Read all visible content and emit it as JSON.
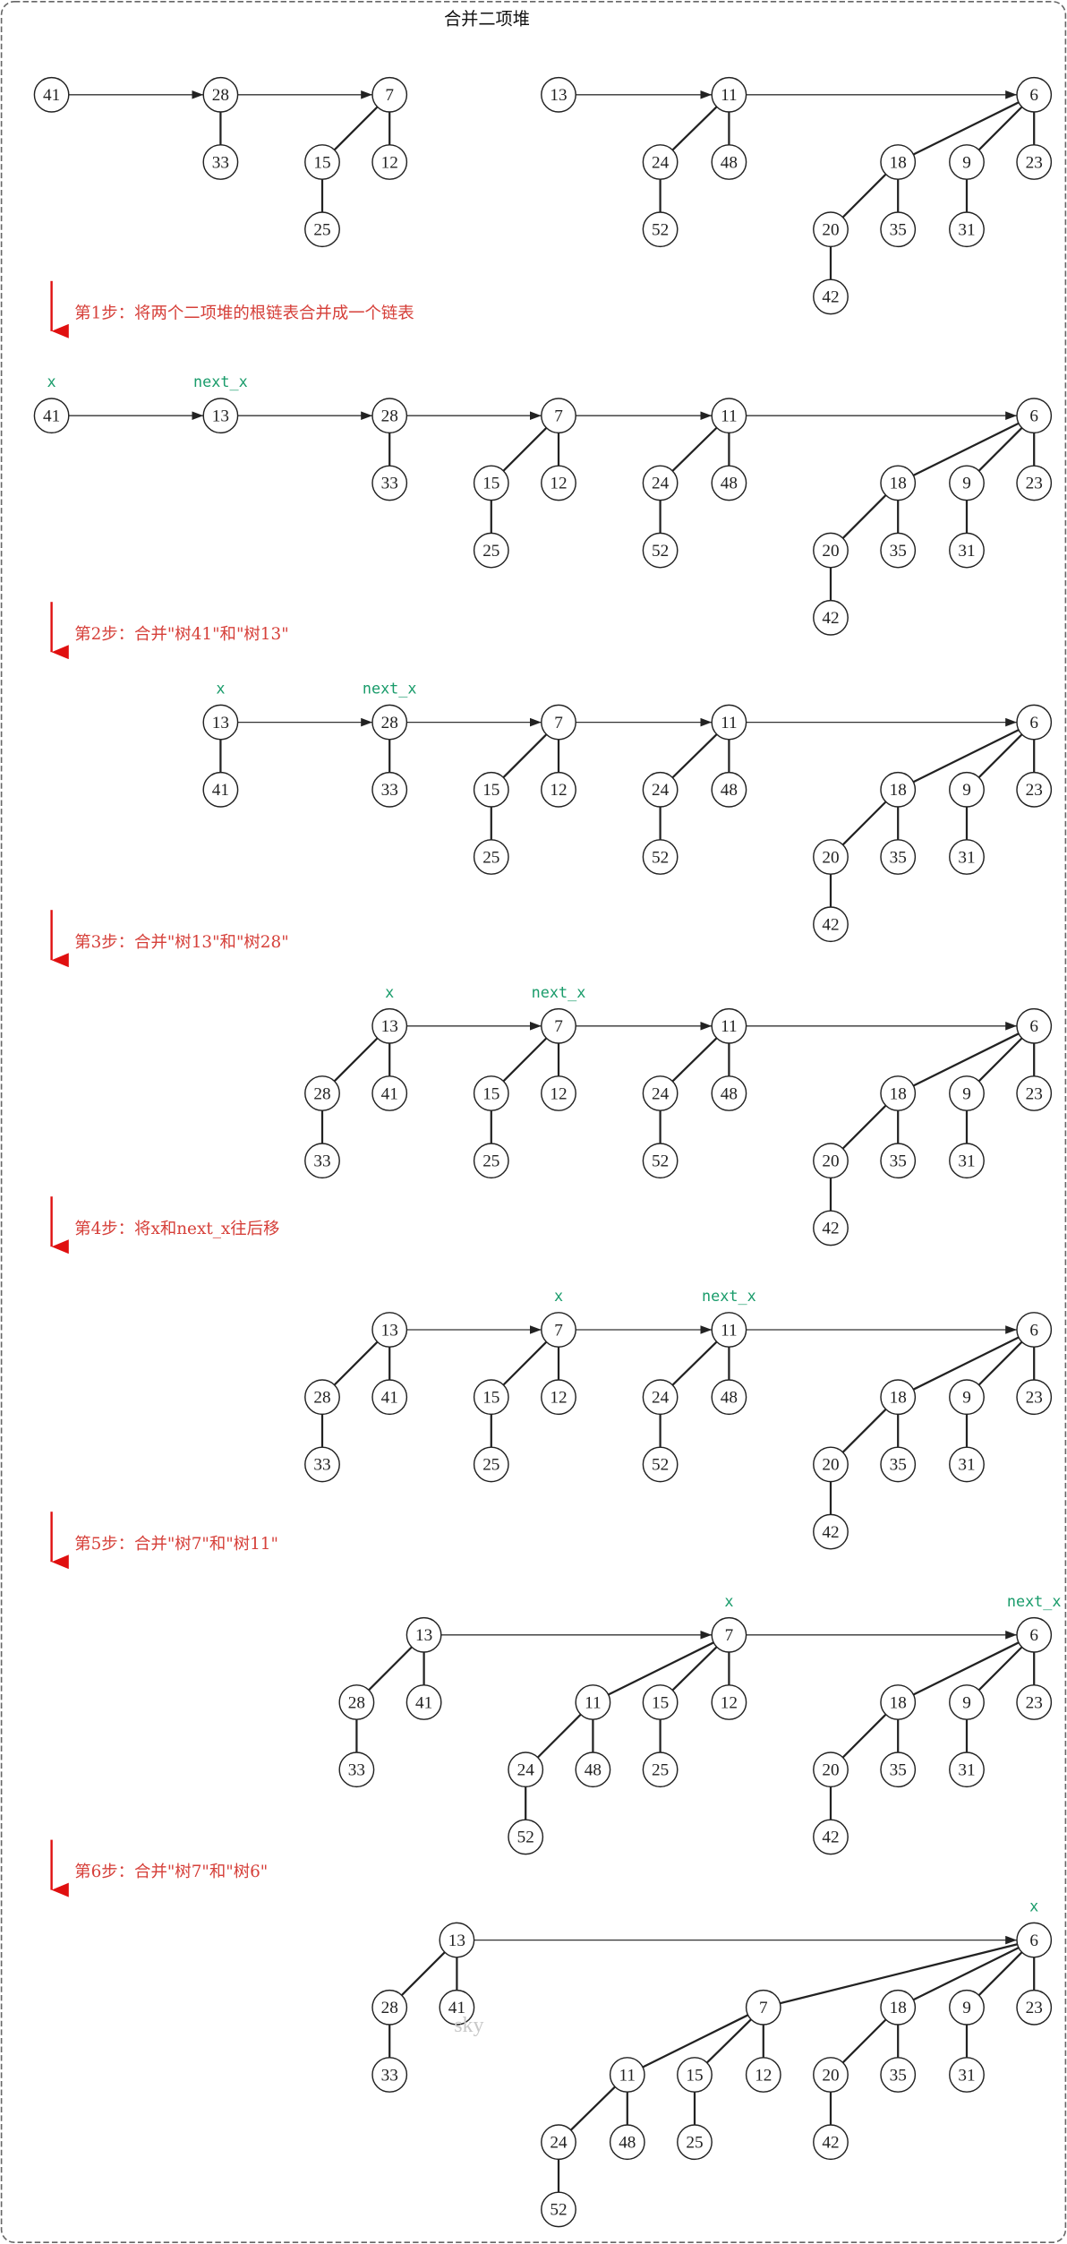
{
  "title": "合并二项堆",
  "watermark": "sky",
  "colors": {
    "step": "#d6403a",
    "pointer": "#1a9c6b",
    "arrow": "#e01010"
  },
  "steps": [
    "第1步：将两个二项堆的根链表合并成一个链表",
    "第2步：合并\"树41\"和\"树13\"",
    "第3步：合并\"树13\"和\"树28\"",
    "第4步：将x和next_x往后移",
    "第5步：合并\"树7\"和\"树11\"",
    "第6步：合并\"树7\"和\"树6\""
  ],
  "panels": [
    {
      "pointers": [],
      "heaps": [
        [
          {
            "v": "41"
          },
          {
            "v": "28",
            "c": [
              {
                "v": "33"
              }
            ]
          },
          {
            "v": "7",
            "c": [
              {
                "v": "15",
                "c": [
                  {
                    "v": "25"
                  }
                ]
              },
              {
                "v": "12"
              }
            ]
          }
        ],
        [
          {
            "v": "13"
          },
          {
            "v": "11",
            "c": [
              {
                "v": "24",
                "c": [
                  {
                    "v": "52"
                  }
                ]
              },
              {
                "v": "48"
              }
            ]
          },
          {
            "v": "6",
            "c": [
              {
                "v": "18",
                "c": [
                  {
                    "v": "20",
                    "c": [
                      {
                        "v": "42"
                      }
                    ]
                  },
                  {
                    "v": "35"
                  }
                ]
              },
              {
                "v": "9",
                "c": [
                  {
                    "v": "31"
                  }
                ]
              },
              {
                "v": "23"
              }
            ]
          }
        ]
      ]
    },
    {
      "pointers": [
        {
          "label": "x",
          "at": "41"
        },
        {
          "label": "next_x",
          "at": "13"
        }
      ],
      "heaps": [
        [
          {
            "v": "41"
          },
          {
            "v": "13"
          },
          {
            "v": "28",
            "c": [
              {
                "v": "33"
              }
            ]
          },
          {
            "v": "7",
            "c": [
              {
                "v": "15",
                "c": [
                  {
                    "v": "25"
                  }
                ]
              },
              {
                "v": "12"
              }
            ]
          },
          {
            "v": "11",
            "c": [
              {
                "v": "24",
                "c": [
                  {
                    "v": "52"
                  }
                ]
              },
              {
                "v": "48"
              }
            ]
          },
          {
            "v": "6",
            "c": [
              {
                "v": "18",
                "c": [
                  {
                    "v": "20",
                    "c": [
                      {
                        "v": "42"
                      }
                    ]
                  },
                  {
                    "v": "35"
                  }
                ]
              },
              {
                "v": "9",
                "c": [
                  {
                    "v": "31"
                  }
                ]
              },
              {
                "v": "23"
              }
            ]
          }
        ]
      ]
    },
    {
      "pointers": [
        {
          "label": "x",
          "at": "13"
        },
        {
          "label": "next_x",
          "at": "28"
        }
      ],
      "heaps": [
        [
          {
            "v": "13",
            "c": [
              {
                "v": "41"
              }
            ]
          },
          {
            "v": "28",
            "c": [
              {
                "v": "33"
              }
            ]
          },
          {
            "v": "7",
            "c": [
              {
                "v": "15",
                "c": [
                  {
                    "v": "25"
                  }
                ]
              },
              {
                "v": "12"
              }
            ]
          },
          {
            "v": "11",
            "c": [
              {
                "v": "24",
                "c": [
                  {
                    "v": "52"
                  }
                ]
              },
              {
                "v": "48"
              }
            ]
          },
          {
            "v": "6",
            "c": [
              {
                "v": "18",
                "c": [
                  {
                    "v": "20",
                    "c": [
                      {
                        "v": "42"
                      }
                    ]
                  },
                  {
                    "v": "35"
                  }
                ]
              },
              {
                "v": "9",
                "c": [
                  {
                    "v": "31"
                  }
                ]
              },
              {
                "v": "23"
              }
            ]
          }
        ]
      ]
    },
    {
      "pointers": [
        {
          "label": "x",
          "at": "13"
        },
        {
          "label": "next_x",
          "at": "7"
        }
      ],
      "heaps": [
        [
          {
            "v": "13",
            "c": [
              {
                "v": "28",
                "c": [
                  {
                    "v": "33"
                  }
                ]
              },
              {
                "v": "41"
              }
            ]
          },
          {
            "v": "7",
            "c": [
              {
                "v": "15",
                "c": [
                  {
                    "v": "25"
                  }
                ]
              },
              {
                "v": "12"
              }
            ]
          },
          {
            "v": "11",
            "c": [
              {
                "v": "24",
                "c": [
                  {
                    "v": "52"
                  }
                ]
              },
              {
                "v": "48"
              }
            ]
          },
          {
            "v": "6",
            "c": [
              {
                "v": "18",
                "c": [
                  {
                    "v": "20",
                    "c": [
                      {
                        "v": "42"
                      }
                    ]
                  },
                  {
                    "v": "35"
                  }
                ]
              },
              {
                "v": "9",
                "c": [
                  {
                    "v": "31"
                  }
                ]
              },
              {
                "v": "23"
              }
            ]
          }
        ]
      ]
    },
    {
      "pointers": [
        {
          "label": "x",
          "at": "7"
        },
        {
          "label": "next_x",
          "at": "11"
        }
      ],
      "heaps": [
        [
          {
            "v": "13",
            "c": [
              {
                "v": "28",
                "c": [
                  {
                    "v": "33"
                  }
                ]
              },
              {
                "v": "41"
              }
            ]
          },
          {
            "v": "7",
            "c": [
              {
                "v": "15",
                "c": [
                  {
                    "v": "25"
                  }
                ]
              },
              {
                "v": "12"
              }
            ]
          },
          {
            "v": "11",
            "c": [
              {
                "v": "24",
                "c": [
                  {
                    "v": "52"
                  }
                ]
              },
              {
                "v": "48"
              }
            ]
          },
          {
            "v": "6",
            "c": [
              {
                "v": "18",
                "c": [
                  {
                    "v": "20",
                    "c": [
                      {
                        "v": "42"
                      }
                    ]
                  },
                  {
                    "v": "35"
                  }
                ]
              },
              {
                "v": "9",
                "c": [
                  {
                    "v": "31"
                  }
                ]
              },
              {
                "v": "23"
              }
            ]
          }
        ]
      ]
    },
    {
      "pointers": [
        {
          "label": "x",
          "at": "7"
        },
        {
          "label": "next_x",
          "at": "6"
        }
      ],
      "heaps": [
        [
          {
            "v": "13",
            "c": [
              {
                "v": "28",
                "c": [
                  {
                    "v": "33"
                  }
                ]
              },
              {
                "v": "41"
              }
            ]
          },
          {
            "v": "7",
            "c": [
              {
                "v": "11",
                "c": [
                  {
                    "v": "24",
                    "c": [
                      {
                        "v": "52"
                      }
                    ]
                  },
                  {
                    "v": "48"
                  }
                ]
              },
              {
                "v": "15",
                "c": [
                  {
                    "v": "25"
                  }
                ]
              },
              {
                "v": "12"
              }
            ]
          },
          {
            "v": "6",
            "c": [
              {
                "v": "18",
                "c": [
                  {
                    "v": "20",
                    "c": [
                      {
                        "v": "42"
                      }
                    ]
                  },
                  {
                    "v": "35"
                  }
                ]
              },
              {
                "v": "9",
                "c": [
                  {
                    "v": "31"
                  }
                ]
              },
              {
                "v": "23"
              }
            ]
          }
        ]
      ]
    },
    {
      "pointers": [
        {
          "label": "x",
          "at": "6"
        }
      ],
      "heaps": [
        [
          {
            "v": "13",
            "c": [
              {
                "v": "28",
                "c": [
                  {
                    "v": "33"
                  }
                ]
              },
              {
                "v": "41"
              }
            ]
          },
          {
            "v": "6",
            "c": [
              {
                "v": "7",
                "c": [
                  {
                    "v": "11",
                    "c": [
                      {
                        "v": "24",
                        "c": [
                          {
                            "v": "52"
                          }
                        ]
                      },
                      {
                        "v": "48"
                      }
                    ]
                  },
                  {
                    "v": "15",
                    "c": [
                      {
                        "v": "25"
                      }
                    ]
                  },
                  {
                    "v": "12"
                  }
                ]
              },
              {
                "v": "18",
                "c": [
                  {
                    "v": "20",
                    "c": [
                      {
                        "v": "42"
                      }
                    ]
                  },
                  {
                    "v": "35"
                  }
                ]
              },
              {
                "v": "9",
                "c": [
                  {
                    "v": "31"
                  }
                ]
              },
              {
                "v": "23"
              }
            ]
          }
        ]
      ]
    }
  ]
}
